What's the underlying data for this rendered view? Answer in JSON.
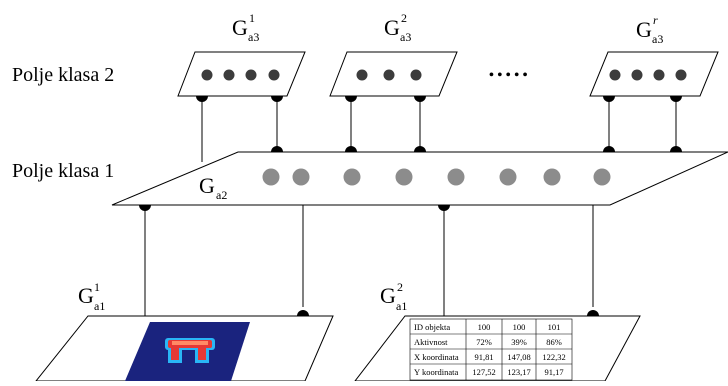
{
  "diagram": {
    "class2_label": "Polje klasa 2",
    "class1_label": "Polje klasa 1",
    "class2_fields": [
      {
        "base": "G",
        "sup": "1",
        "sub": "a3"
      },
      {
        "base": "G",
        "sup": "2",
        "sub": "a3"
      },
      {
        "base": "G",
        "sup": "r",
        "sub": "a3"
      }
    ],
    "ellipsis": "• • • • •",
    "class1_field": {
      "base": "G",
      "sub": "a2"
    },
    "base_fields": [
      {
        "base": "G",
        "sup": "1",
        "sub": "a1"
      },
      {
        "base": "G",
        "sup": "2",
        "sub": "a1"
      }
    ],
    "table": {
      "rows": [
        [
          "ID objekta",
          "100",
          "100",
          "101"
        ],
        [
          "Aktivnost",
          "72%",
          "39%",
          "86%"
        ],
        [
          "X koordinata",
          "91,81",
          "147,08",
          "122,32"
        ],
        [
          "Y koordinata",
          "127,52",
          "123,17",
          "91,17"
        ]
      ]
    },
    "colors": {
      "line": "#000000",
      "dot_dark": "#3c3c3c",
      "dot_light": "#8c8c8c",
      "heatmap_bg": "#1a237e",
      "heatmap_blob": "#e53935"
    }
  }
}
